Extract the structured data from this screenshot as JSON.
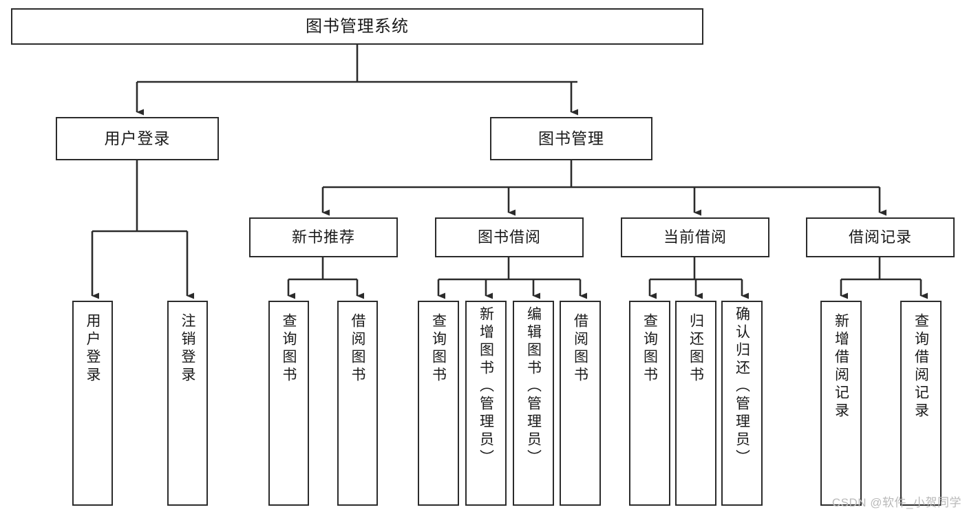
{
  "diagram": {
    "title": "图书管理系统",
    "type": "tree-hierarchy-chart",
    "watermark": "CSDN @软件_小贺同学",
    "colors": {
      "box_border": "#2b2b2b",
      "box_fill": "#ffffff",
      "edge": "#2b2b2b",
      "text": "#1a1a1a",
      "watermark": "#b9b9b9",
      "background": "#ffffff"
    },
    "root": {
      "id": "root",
      "label": "图书管理系统"
    },
    "level2": [
      {
        "id": "user-login",
        "label": "用户登录"
      },
      {
        "id": "book-manage",
        "label": "图书管理"
      }
    ],
    "level3": [
      {
        "id": "new-book-recommend",
        "label": "新书推荐",
        "parent": "book-manage"
      },
      {
        "id": "book-borrow",
        "label": "图书借阅",
        "parent": "book-manage"
      },
      {
        "id": "current-borrow",
        "label": "当前借阅",
        "parent": "book-manage"
      },
      {
        "id": "borrow-record",
        "label": "借阅记录",
        "parent": "book-manage"
      }
    ],
    "leaves": {
      "user_login": [
        {
          "id": "leaf-user-login",
          "label": "用户登录"
        },
        {
          "id": "leaf-logout-login",
          "label": "注销登录"
        }
      ],
      "new_book_recommend": [
        {
          "id": "leaf-query-book-1",
          "label": "查询图书"
        },
        {
          "id": "leaf-borrow-book-1",
          "label": "借阅图书"
        }
      ],
      "book_borrow": [
        {
          "id": "leaf-query-book-2",
          "label": "查询图书"
        },
        {
          "id": "leaf-add-book",
          "label": "新增图书（管理员）"
        },
        {
          "id": "leaf-edit-book",
          "label": "编辑图书（管理员）"
        },
        {
          "id": "leaf-borrow-book-2",
          "label": "借阅图书"
        }
      ],
      "current_borrow": [
        {
          "id": "leaf-query-book-3",
          "label": "查询图书"
        },
        {
          "id": "leaf-return-book",
          "label": "归还图书"
        },
        {
          "id": "leaf-confirm-return",
          "label": "确认归还（管理员）"
        }
      ],
      "borrow_record": [
        {
          "id": "leaf-add-record",
          "label": "新增借阅记录"
        },
        {
          "id": "leaf-query-record",
          "label": "查询借阅记录"
        }
      ]
    }
  }
}
